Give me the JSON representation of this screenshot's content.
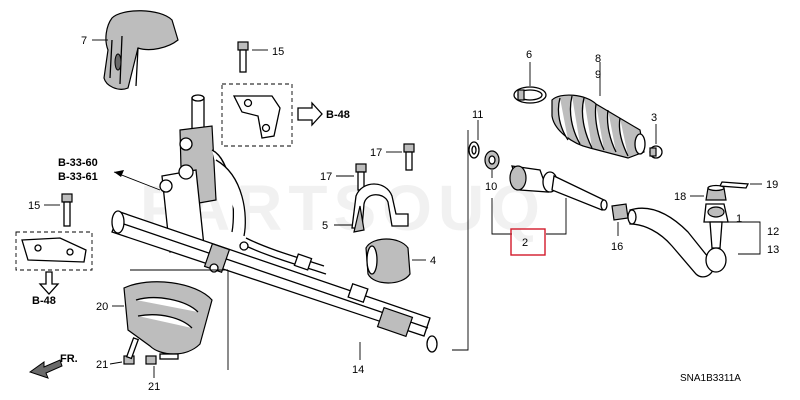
{
  "diagram": {
    "watermark": "PARTSOUQ",
    "image_code": "SNA1B3311A",
    "forward_label": "FR.",
    "highlight_color": "#d21a2a",
    "refs": {
      "b48_top": "B-48",
      "b48_left": "B-48",
      "b3360": "B-33-60",
      "b3361": "B-33-61"
    },
    "callouts": {
      "p1": "1",
      "p2": "2",
      "p3": "3",
      "p4": "4",
      "p5": "5",
      "p6": "6",
      "p7": "7",
      "p8": "8",
      "p9": "9",
      "p10": "10",
      "p11": "11",
      "p12": "12",
      "p13": "13",
      "p14": "14",
      "p15a": "15",
      "p15b": "15",
      "p16": "16",
      "p17a": "17",
      "p17b": "17",
      "p18": "18",
      "p19": "19",
      "p20": "20",
      "p21a": "21",
      "p21b": "21"
    }
  }
}
